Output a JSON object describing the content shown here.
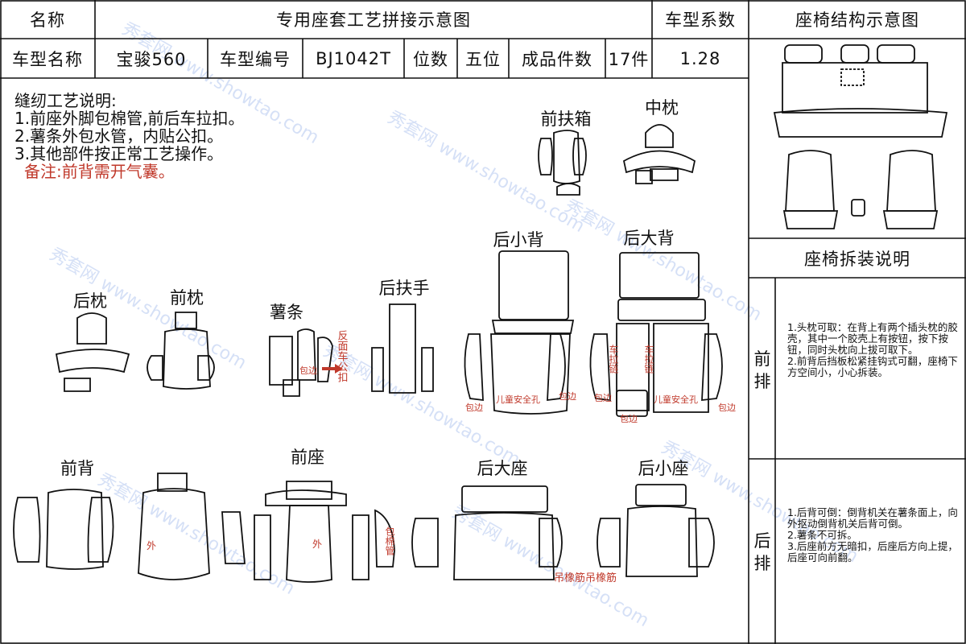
{
  "header": {
    "name_label": "名称",
    "title": "专用座套工艺拼接示意图",
    "coef_label": "车型系数",
    "struct_title": "座椅结构示意图",
    "model_name_label": "车型名称",
    "model_name": "宝骏560",
    "model_code_label": "车型编号",
    "model_code": "BJ1042T",
    "seats_label": "位数",
    "seats": "五位",
    "pieces_label": "成品件数",
    "pieces": "17件",
    "coef": "1.28"
  },
  "instructions": {
    "heading": "缝纫工艺说明:",
    "items": [
      "1.前座外脚包棉管,前后车拉扣。",
      "2.薯条外包水管，内贴公扣。",
      "3.其他部件按正常工艺操作。"
    ],
    "note": "备注:前背需开气囊。"
  },
  "part_labels": {
    "front_armbox": "前扶箱",
    "middle_pillow": "中枕",
    "rear_small_back": "后小背",
    "rear_big_back": "后大背",
    "rear_pillow": "后枕",
    "front_pillow": "前枕",
    "strip": "薯条",
    "rear_armrest": "后扶手",
    "front_back": "前背",
    "front_seat": "前座",
    "rear_big_seat": "后大座",
    "rear_small_seat": "后小座"
  },
  "annotations": {
    "reverse_velcro": "反面车公扣",
    "outer": "外",
    "wrap_cotton_tube": "包棉管",
    "wrap_edge": "包边",
    "pull_chain": "车拉链",
    "child_seat": "儿童安全孔",
    "rubber_strip": "吊橡筋吊橡筋"
  },
  "right_panel": {
    "disassembly_title": "座椅拆装说明",
    "front_row_label": "前排",
    "front_row_notes": [
      "1.头枕可取：在背上有两个插头枕的胶壳，其中一个胶壳上有按钮，按下按钮，同时头枕向上拔可取下。",
      "2.前背后挡板松紧挂钩式可翻，座椅下方空间小，小心拆装。"
    ],
    "rear_row_label": "后排",
    "rear_row_notes": [
      "1.后背可倒：倒背机关在薯条面上，向外抠动倒背机关后背可倒。",
      "2.薯条不可拆。",
      "3.后座前方无暗扣，后座后方向上提，后座可向前翻。"
    ]
  },
  "watermark": "秀套网 www.showtao.com"
}
